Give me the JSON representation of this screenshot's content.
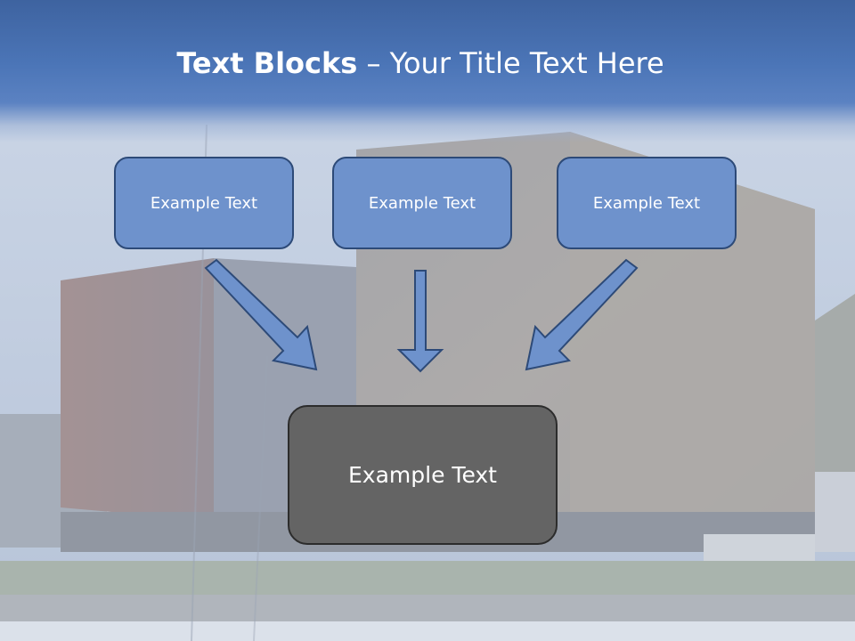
{
  "slide": {
    "title_bold": "Text Blocks",
    "title_dash": " – ",
    "title_rest": "Your Title Text Here",
    "top_blocks": [
      {
        "label": "Example Text"
      },
      {
        "label": "Example Text"
      },
      {
        "label": "Example Text"
      }
    ],
    "bottom_block": {
      "label": "Example Text"
    }
  },
  "colors": {
    "header_blue": "#4b75b7",
    "block_blue": "#6e92cc",
    "block_border": "#2d4a78",
    "bottom_block_gray": "#646464"
  },
  "icons": [
    "arrow-down-right-icon",
    "arrow-down-icon",
    "arrow-down-left-icon"
  ]
}
